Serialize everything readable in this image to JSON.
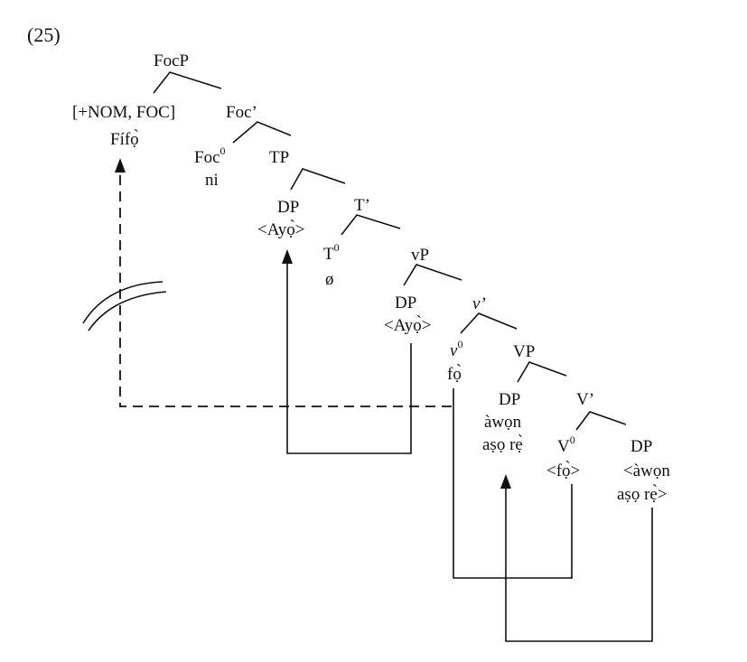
{
  "example_number": "(25)",
  "nodes": {
    "focp": "FocP",
    "spec_features": "[+NOM, FOC]",
    "spec_word": "Fífọ̀",
    "foc_bar": "Foc’",
    "foc0_base": "Foc",
    "foc0_sup": "0",
    "foc0_word": "ni",
    "tp": "TP",
    "dp_tp": "DP",
    "dp_tp_word": "<Ayọ̀>",
    "t_bar": "T’",
    "t0_base": "T",
    "t0_sup": "0",
    "t0_word": "ø",
    "vp_small": "vP",
    "dp_vp": "DP",
    "dp_vp_word": "<Ayọ̀>",
    "v_bar": "v’",
    "v0_base": "v",
    "v0_sup": "0",
    "v0_word": "fọ̀",
    "vp_big": "VP",
    "dp_obj": "DP",
    "dp_obj_word1": "àwọn",
    "dp_obj_word2": "aṣọ rẹ̀",
    "vbar_big": "V’",
    "v0_big_base": "V",
    "v0_big_sup": "0",
    "v0_big_word": "<fọ̀>",
    "dp_comp": "DP",
    "dp_comp_word1": "<àwọn",
    "dp_comp_word2": "aṣọ rẹ̀>"
  }
}
